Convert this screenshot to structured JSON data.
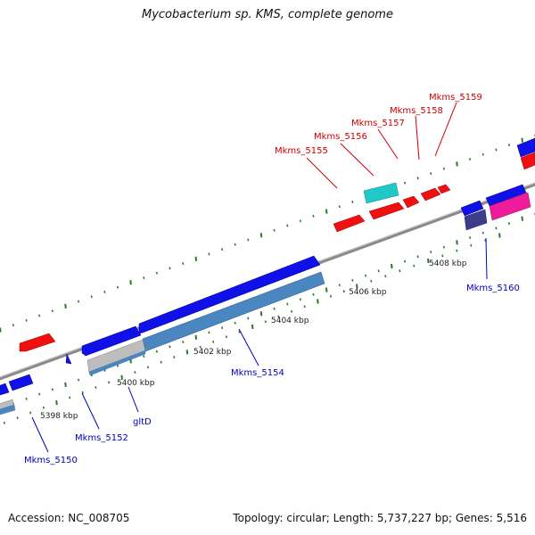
{
  "title": "Mycobacterium sp. KMS, complete genome",
  "accession": "Accession: NC_008705",
  "summary": "Topology: circular; Length: 5,737,227 bp; Genes: 5,516",
  "colors": {
    "backbone": "#8a8a8a",
    "tick": "#2a7a2a",
    "forward_cds": "#f01010",
    "reverse_cds": "#1010e8",
    "label_forward": "#cc0000",
    "label_reverse": "#0000bb",
    "rna_cyan": "#20c8c8",
    "steelblue": "#4a86c0",
    "grey_feature": "#b8b8b8",
    "magenta": "#ee1c9a",
    "dark_slate": "#3c3c8c"
  },
  "ruler_labels": [
    "5398 kbp",
    "5400 kbp",
    "5402 kbp",
    "5404 kbp",
    "5406 kbp",
    "5408 kbp"
  ],
  "gene_labels_forward": [
    "Mkms_5155",
    "Mkms_5156",
    "Mkms_5157",
    "Mkms_5158",
    "Mkms_5159"
  ],
  "gene_labels_reverse": [
    "Mkms_5150",
    "Mkms_5152",
    "gltD",
    "Mkms_5154",
    "Mkms_5160"
  ]
}
